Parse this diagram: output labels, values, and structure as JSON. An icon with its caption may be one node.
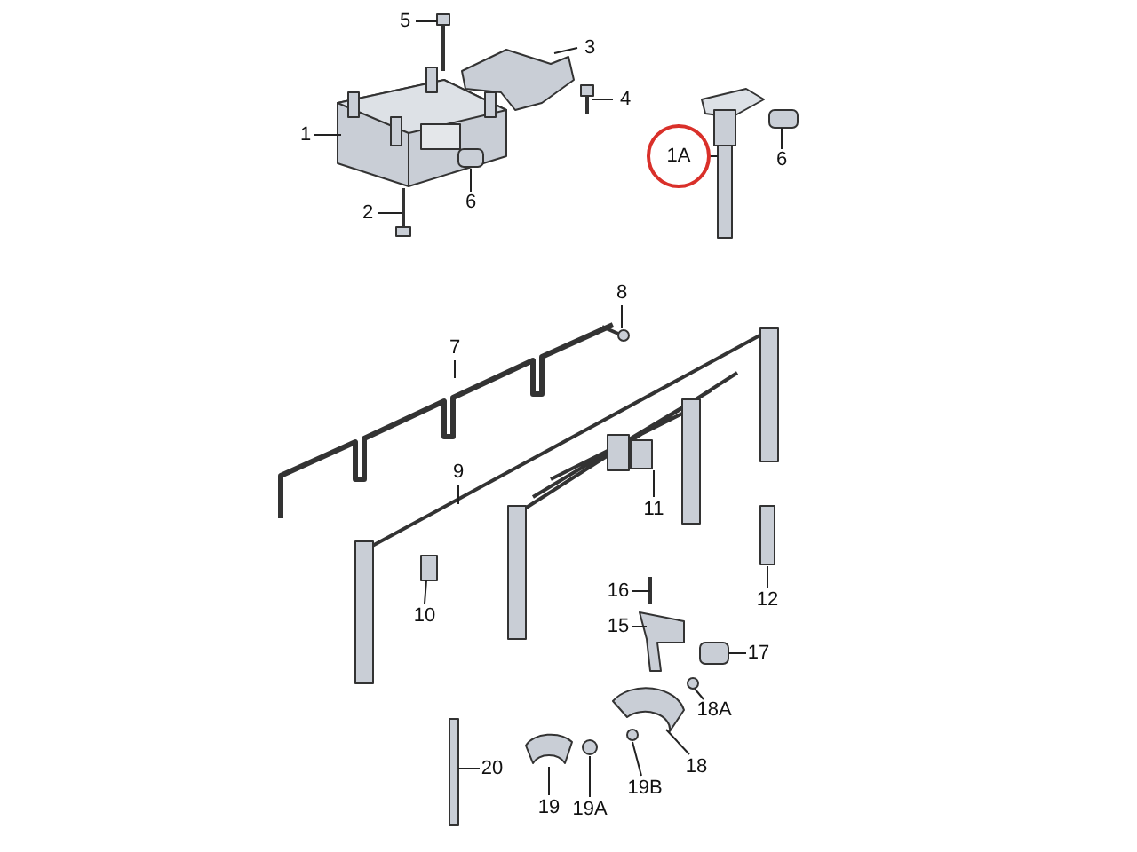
{
  "diagram": {
    "nodes": [
      {
        "text": [
          "5"
        ]
      },
      {
        "text": [
          "3"
        ]
      },
      {
        "text": [
          "4"
        ]
      },
      {
        "text": [
          "1"
        ]
      },
      {
        "text": [
          "2"
        ]
      },
      {
        "text": [
          "6"
        ]
      },
      {
        "text": [
          "1A"
        ]
      },
      {
        "text": [
          "6"
        ]
      },
      {
        "text": [
          "8"
        ]
      },
      {
        "text": [
          "7"
        ]
      },
      {
        "text": [
          "9"
        ]
      },
      {
        "text": [
          "11"
        ]
      },
      {
        "text": [
          "10"
        ]
      },
      {
        "text": [
          "12"
        ]
      },
      {
        "text": [
          "16"
        ]
      },
      {
        "text": [
          "15"
        ]
      },
      {
        "text": [
          "17"
        ]
      },
      {
        "text": [
          "18A"
        ]
      },
      {
        "text": [
          "18"
        ]
      },
      {
        "text": [
          "19B"
        ]
      },
      {
        "text": [
          "19A"
        ]
      },
      {
        "text": [
          "19"
        ]
      },
      {
        "text": [
          "20"
        ]
      }
    ],
    "edges": [
      {
        "from": 0,
        "to": null,
        "arrow": "none"
      },
      {
        "from": 1,
        "to": null,
        "arrow": "none"
      },
      {
        "from": 2,
        "to": null,
        "arrow": "none"
      },
      {
        "from": 3,
        "to": null,
        "arrow": "none"
      },
      {
        "from": 4,
        "to": null,
        "arrow": "none"
      },
      {
        "from": 5,
        "to": null,
        "arrow": "none"
      },
      {
        "from": 6,
        "to": null,
        "arrow": "none"
      },
      {
        "from": 7,
        "to": null,
        "arrow": "none"
      },
      {
        "from": 8,
        "to": null,
        "arrow": "none"
      },
      {
        "from": 9,
        "to": null,
        "arrow": "none"
      },
      {
        "from": 10,
        "to": null,
        "arrow": "none"
      },
      {
        "from": 11,
        "to": null,
        "arrow": "none"
      },
      {
        "from": 12,
        "to": null,
        "arrow": "none"
      },
      {
        "from": 13,
        "to": null,
        "arrow": "none"
      },
      {
        "from": 14,
        "to": null,
        "arrow": "none"
      },
      {
        "from": 15,
        "to": null,
        "arrow": "none"
      },
      {
        "from": 16,
        "to": null,
        "arrow": "none"
      },
      {
        "from": 17,
        "to": null,
        "arrow": "none"
      },
      {
        "from": 18,
        "to": null,
        "arrow": "none"
      },
      {
        "from": 19,
        "to": null,
        "arrow": "none"
      },
      {
        "from": 20,
        "to": null,
        "arrow": "none"
      },
      {
        "from": 21,
        "to": null,
        "arrow": "none"
      },
      {
        "from": 22,
        "to": null,
        "arrow": "none"
      }
    ]
  }
}
